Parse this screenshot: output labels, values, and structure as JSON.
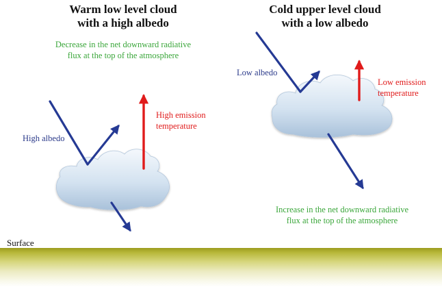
{
  "panels": {
    "left": {
      "title": "Warm low level cloud\nwith a high albedo",
      "flux_note": "Decrease in the net downward radiative\nflux at the top of the atmosphere",
      "albedo_label": "High albedo",
      "emission_label": "High emission\ntemperature"
    },
    "right": {
      "title": "Cold upper level cloud\nwith a low albedo",
      "flux_note": "Increase in the net downward radiative\nflux at the top of the atmosphere",
      "albedo_label": "Low albedo",
      "emission_label": "Low emission\ntemperature"
    }
  },
  "surface_label": "Surface",
  "colors": {
    "title": "#111111",
    "flux_note": "#3aa63a",
    "albedo": "#2b3a8a",
    "emission": "#e01b1b",
    "solar_arrow": "#253a94",
    "emission_arrow": "#e01b1b",
    "surface_band": "#b8b83a"
  }
}
